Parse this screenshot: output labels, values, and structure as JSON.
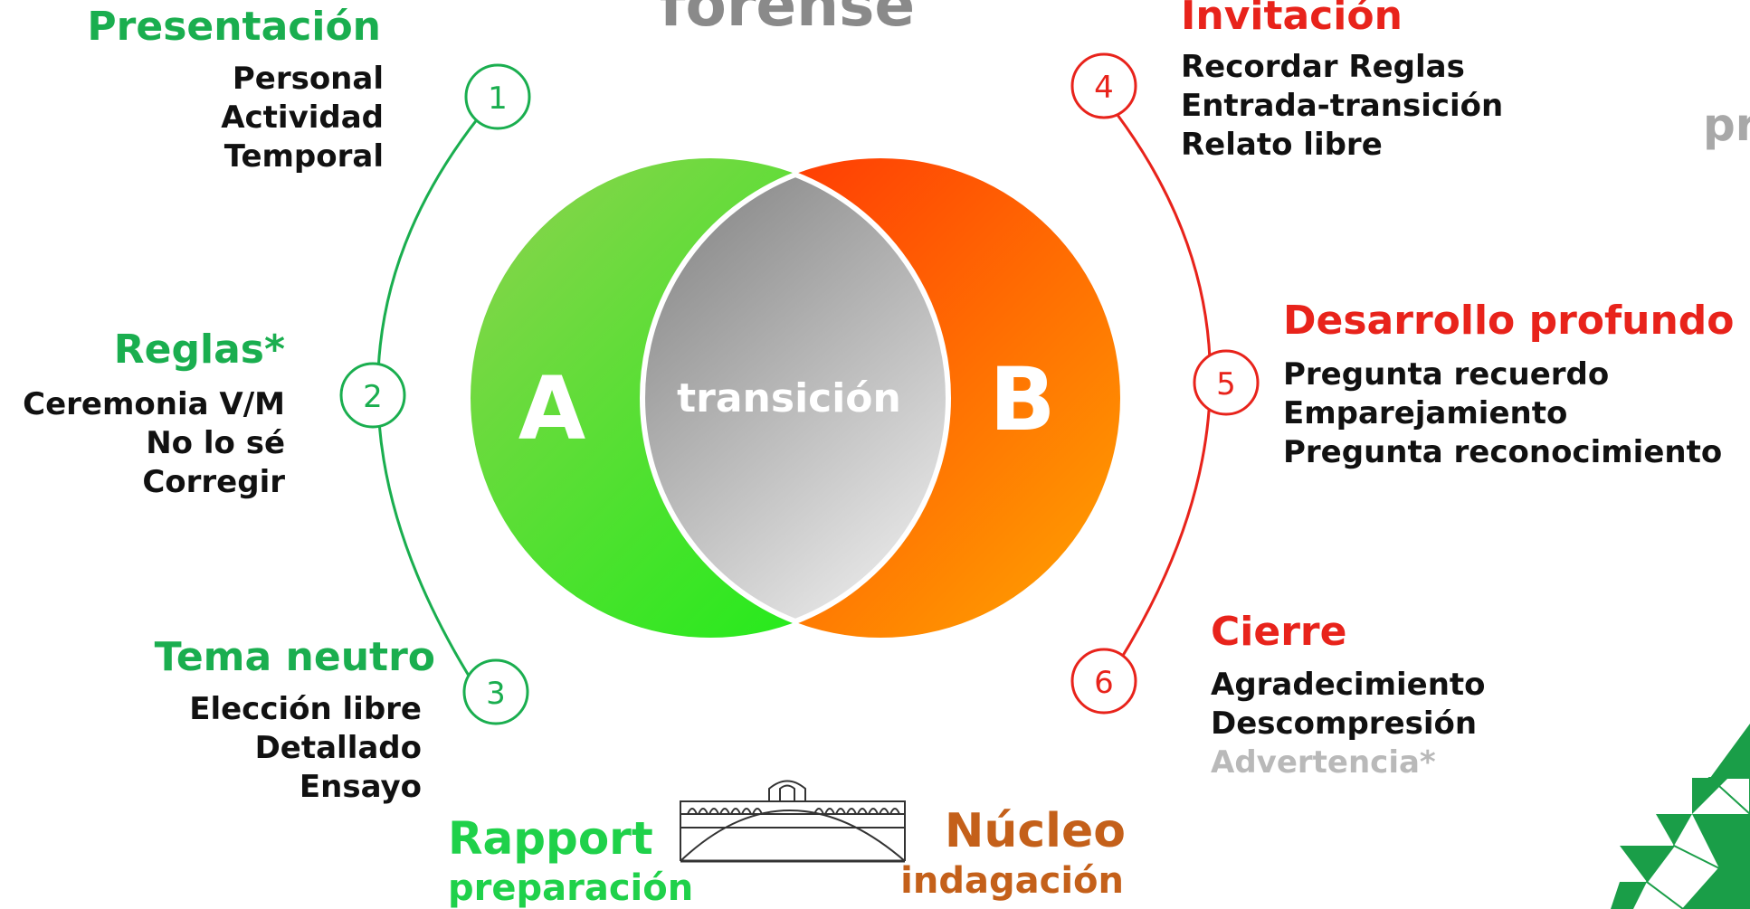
{
  "title_partial": "forense",
  "edge_text_partial": "pr",
  "colors": {
    "green": "#1aae4f",
    "red": "#e8231b",
    "orange_brown": "#c4601a",
    "gray": "#8a8a8a",
    "muted": "#b9b9b9"
  },
  "venn": {
    "left_label": "A",
    "right_label": "B",
    "center_label": "transición"
  },
  "left_steps": [
    {
      "number": "1",
      "heading": "Presentación",
      "items": [
        "Personal",
        "Actividad",
        "Temporal"
      ]
    },
    {
      "number": "2",
      "heading": "Reglas*",
      "items": [
        "Ceremonia V/M",
        "No lo sé",
        "Corregir"
      ]
    },
    {
      "number": "3",
      "heading": "Tema neutro",
      "items": [
        "Elección libre",
        "Detallado",
        "Ensayo"
      ]
    }
  ],
  "right_steps": [
    {
      "number": "4",
      "heading": "Invitación",
      "items": [
        "Recordar Reglas",
        "Entrada-transición",
        "Relato libre"
      ]
    },
    {
      "number": "5",
      "heading": "Desarrollo profundo",
      "items": [
        "Pregunta recuerdo",
        "Emparejamiento",
        "Pregunta reconocimiento"
      ]
    },
    {
      "number": "6",
      "heading": "Cierre",
      "items": [
        "Agradecimiento",
        "Descompresión"
      ],
      "muted_item": "Advertencia*"
    }
  ],
  "bottom": {
    "left_title": "Rapport",
    "left_subtitle": "preparación",
    "right_title": "Núcleo",
    "right_subtitle": "indagación"
  }
}
